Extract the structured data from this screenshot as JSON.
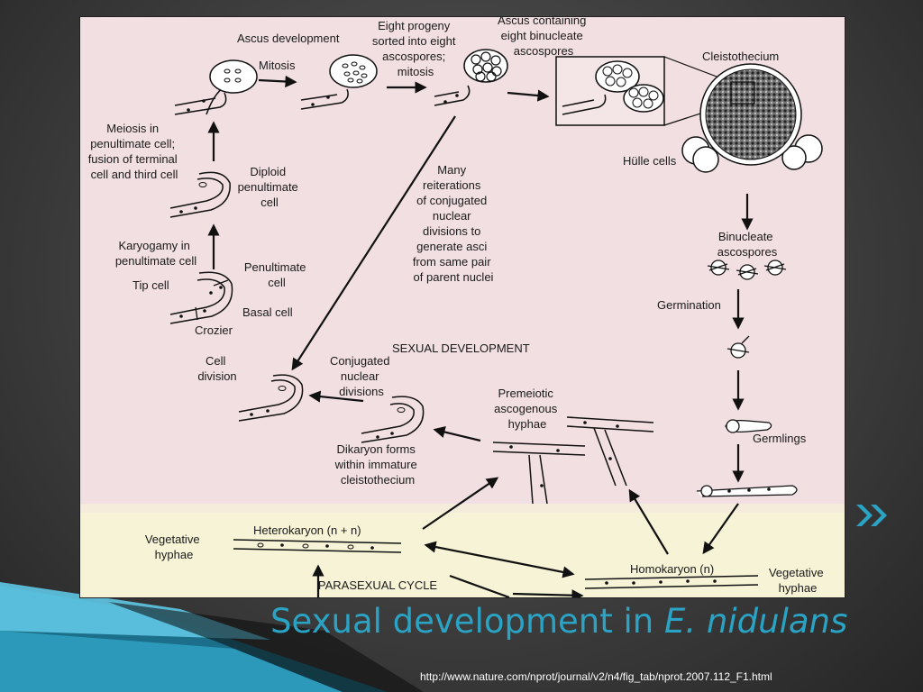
{
  "slide": {
    "title_text": "Sexual development in ",
    "title_italic": "E. nidulans",
    "source_url": "http://www.nature.com/nprot/journal/v2/n4/fig_tab/nprot.2007.112_F1.html",
    "next_icon": "double-chevron-right-icon"
  },
  "diagram": {
    "section_labels": {
      "sexual_development": "SEXUAL DEVELOPMENT",
      "parasexual_cycle": "PARASEXUAL CYCLE"
    },
    "labels": {
      "ascus_development": "Ascus development",
      "mitosis": "Mitosis",
      "eight_progeny": [
        "Eight progeny",
        "sorted into eight",
        "ascospores;",
        "mitosis"
      ],
      "ascus_containing": [
        "Ascus containing",
        "eight binucleate",
        "ascospores"
      ],
      "cleistothecium": "Cleistothecium",
      "hulle_cells": "Hülle cells",
      "binucleate_ascospores": [
        "Binucleate",
        "ascospores"
      ],
      "germination": "Germination",
      "germlings": "Germlings",
      "meiosis": [
        "Meiosis in",
        "penultimate cell;",
        "fusion of terminal",
        "cell and third cell"
      ],
      "diploid_penultimate": [
        "Diploid",
        "penultimate",
        "cell"
      ],
      "many_reiterations": [
        "Many",
        "reiterations",
        "of conjugated",
        "nuclear",
        "divisions to",
        "generate asci",
        "from same pair",
        "of parent nuclei"
      ],
      "karyogamy": [
        "Karyogamy in",
        "penultimate cell"
      ],
      "tip_cell": "Tip cell",
      "penultimate_cell": [
        "Penultimate",
        "cell"
      ],
      "basal_cell": "Basal cell",
      "crozier": "Crozier",
      "cell_division": [
        "Cell",
        "division"
      ],
      "conjugated_nuclear": [
        "Conjugated",
        "nuclear",
        "divisions"
      ],
      "premeiotic": [
        "Premeiotic",
        "ascogenous",
        "hyphae"
      ],
      "dikaryon": [
        "Dikaryon forms",
        "within immature",
        "cleistothecium"
      ],
      "vegetative_hyphae_left": [
        "Vegetative",
        "hyphae"
      ],
      "heterokaryon": "Heterokaryon (n + n)",
      "homokaryon": "Homokaryon (n)",
      "vegetative_hyphae_right": [
        "Vegetative",
        "hyphae"
      ]
    },
    "colors": {
      "sexual_bg": "#f1dfe1",
      "parasexual_bg": "#f7f3d7",
      "accent_title": "#2aa3c4",
      "chevron": "#2aa3c4"
    }
  }
}
